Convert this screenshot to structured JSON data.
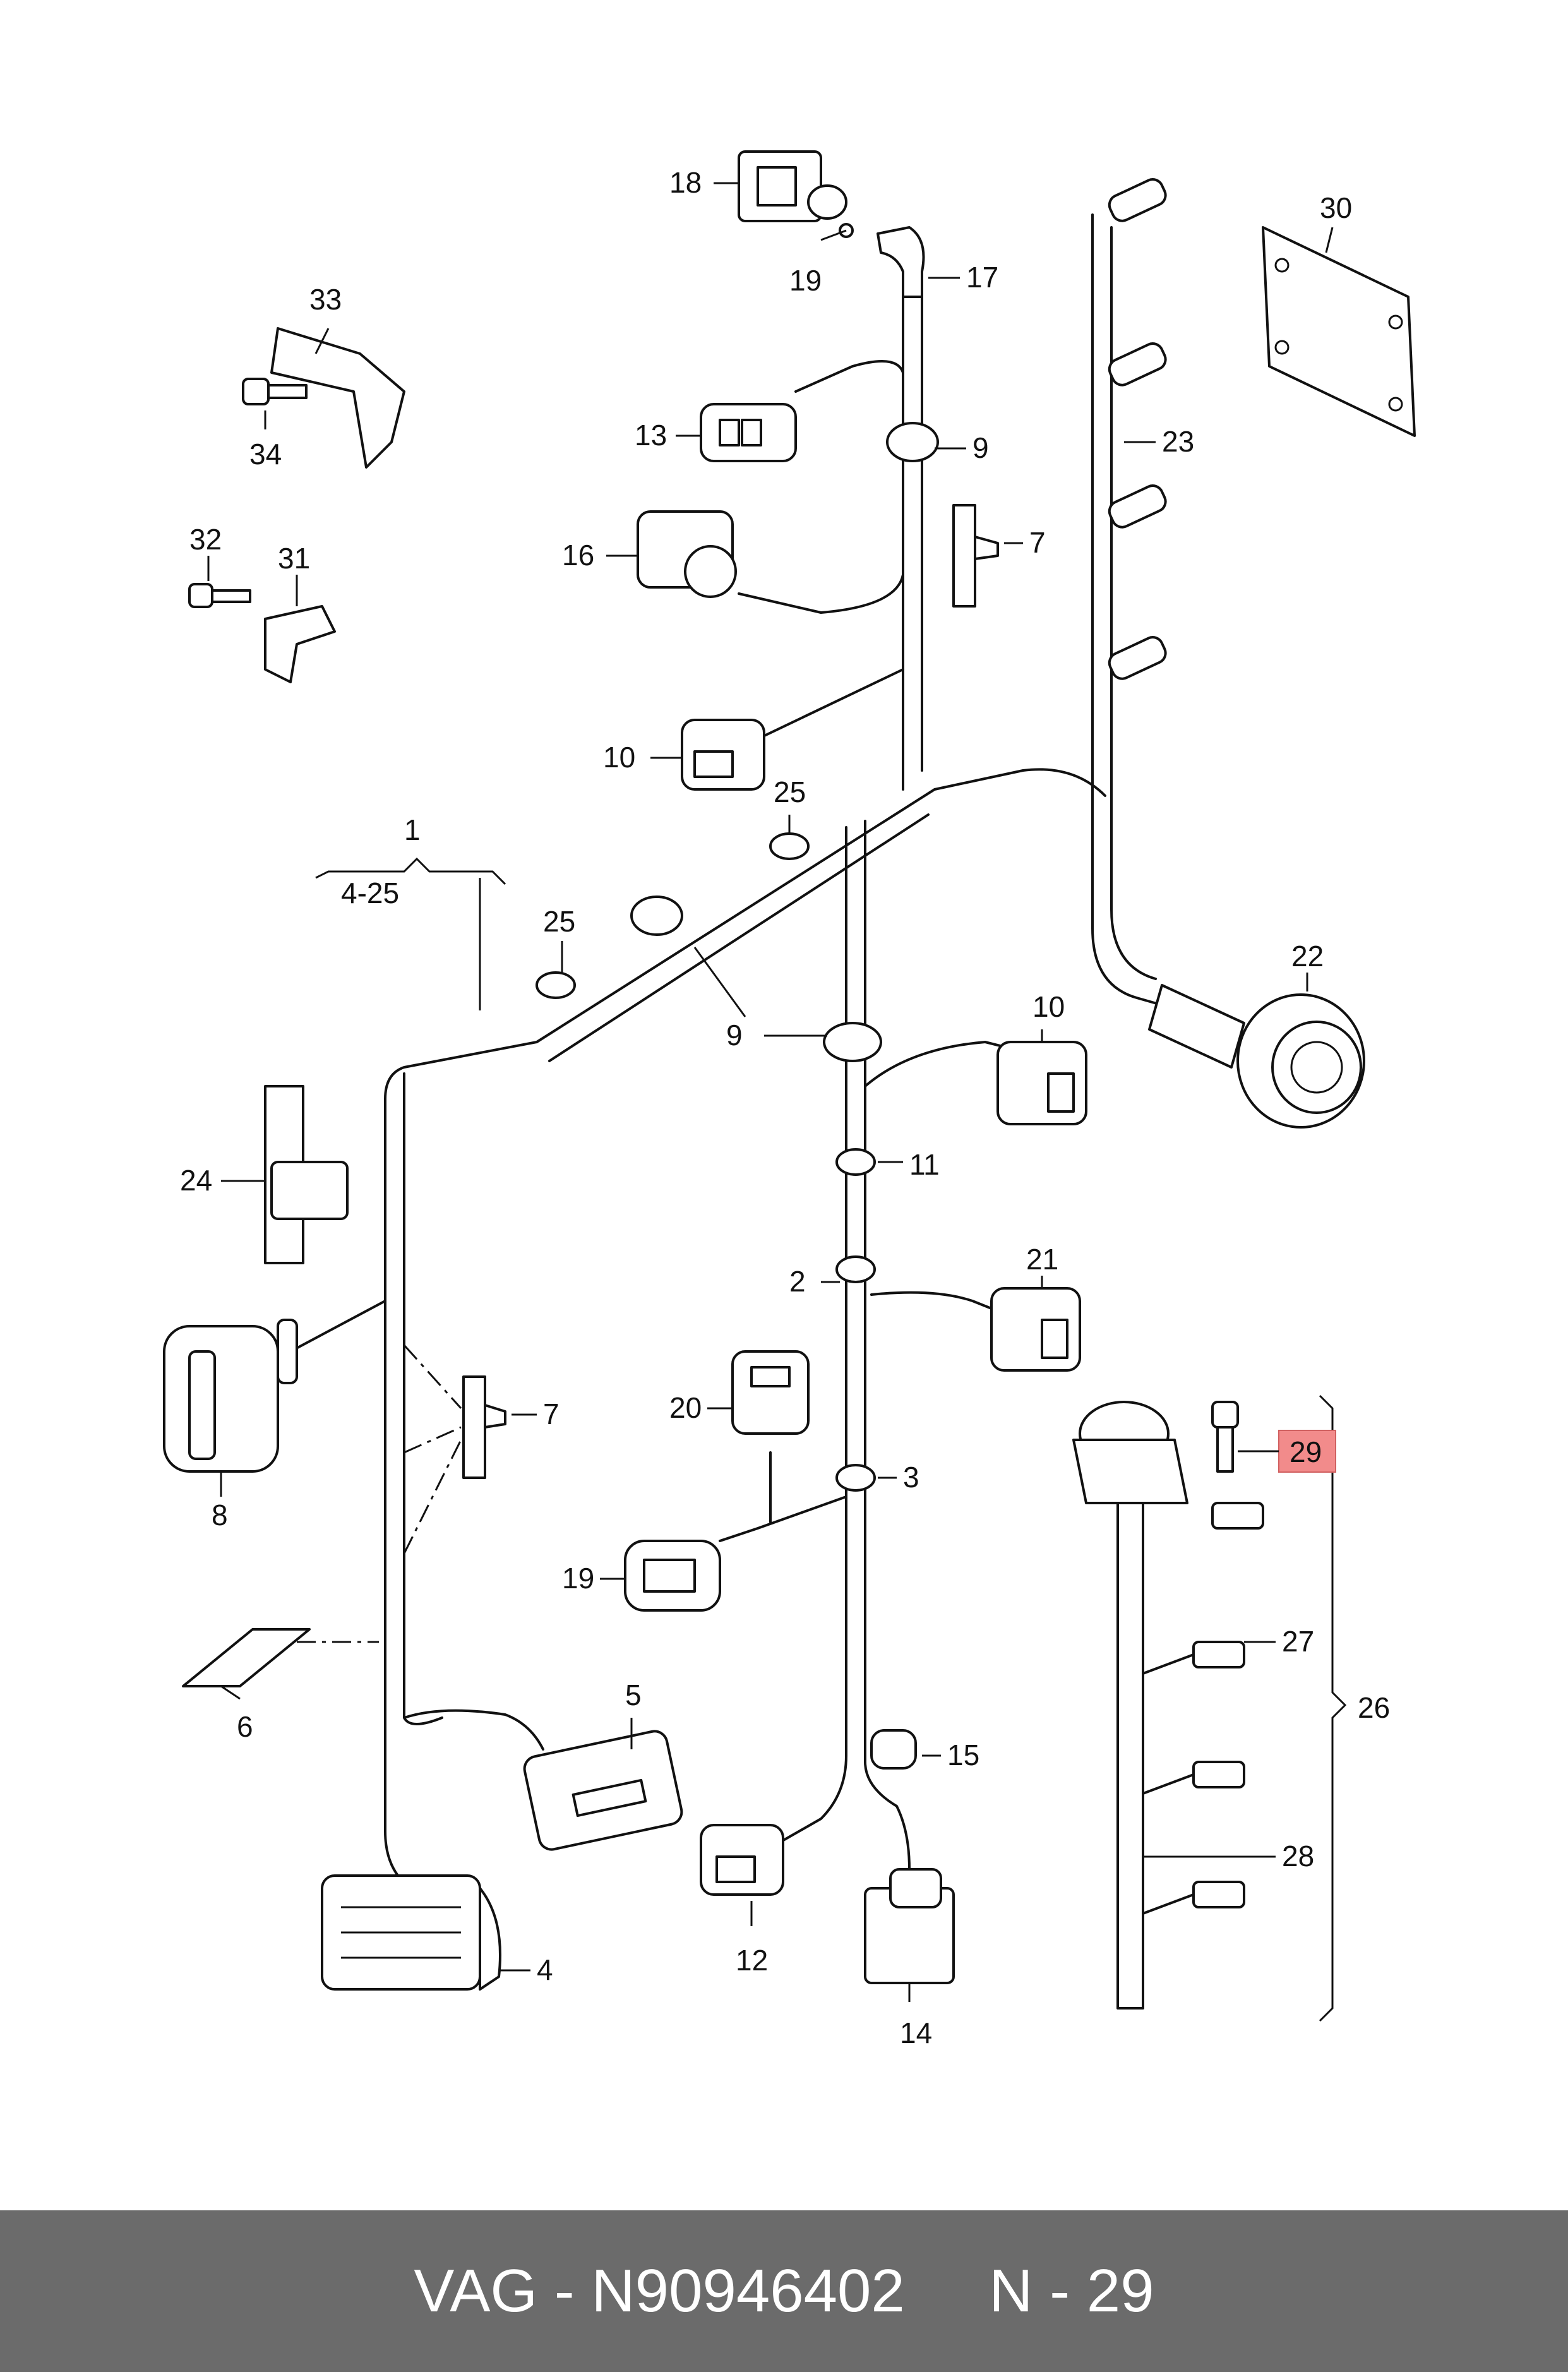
{
  "callouts": {
    "n1": "1",
    "n1_range": "4-25",
    "n2": "2",
    "n3": "3",
    "n4": "4",
    "n5": "5",
    "n6": "6",
    "n7a": "7",
    "n7b": "7",
    "n8": "8",
    "n9a": "9",
    "n9b": "9",
    "n10a": "10",
    "n10b": "10",
    "n11": "11",
    "n12": "12",
    "n13": "13",
    "n14": "14",
    "n15": "15",
    "n16": "16",
    "n17": "17",
    "n18": "18",
    "n19a": "19",
    "n19b": "19",
    "n20": "20",
    "n21": "21",
    "n22": "22",
    "n23": "23",
    "n24": "24",
    "n25a": "25",
    "n25b": "25",
    "n26": "26",
    "n27": "27",
    "n28": "28",
    "n29": "29",
    "n30": "30",
    "n31": "31",
    "n32": "32",
    "n33": "33",
    "n34": "34"
  },
  "highlight": {
    "part": "29",
    "color": "#f28b8b"
  },
  "footer": {
    "text": "VAG - N90946402     N - 29",
    "background": "#6b6b6b",
    "color": "#ffffff"
  }
}
